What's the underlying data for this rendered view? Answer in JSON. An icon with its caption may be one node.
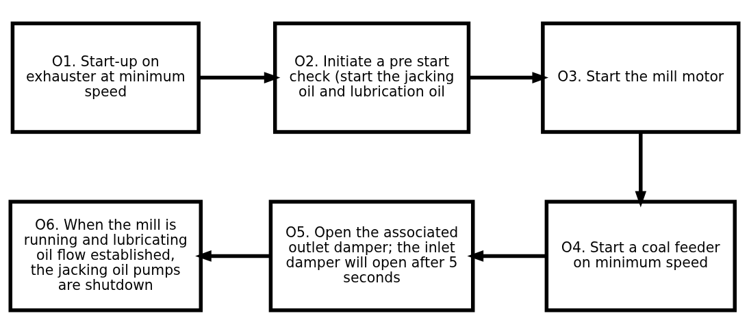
{
  "diagram": {
    "nodes": [
      {
        "text": [
          "O1. Start-up on exhauster at minimum speed"
        ]
      },
      {
        "text": [
          "O2. Initiate a pre start check (start the jacking oil and lubrication oil"
        ]
      },
      {
        "text": [
          "O3. Start the mill motor"
        ]
      },
      {
        "text": [
          "O4. Start a coal feeder on minimum speed"
        ]
      },
      {
        "text": [
          "O5. Open the associated outlet damper; the inlet damper will open after 5 seconds"
        ]
      },
      {
        "text": [
          "O6. When the mill is running and lubricating oil flow established, the jacking oil pumps are shutdown"
        ]
      }
    ],
    "edges": [
      {
        "from": 0,
        "to": 1,
        "arrow": "to"
      },
      {
        "from": 1,
        "to": 2,
        "arrow": "to"
      },
      {
        "from": 2,
        "to": 3,
        "arrow": "to"
      },
      {
        "from": 3,
        "to": 4,
        "arrow": "to"
      },
      {
        "from": 4,
        "to": 5,
        "arrow": "to"
      }
    ]
  }
}
